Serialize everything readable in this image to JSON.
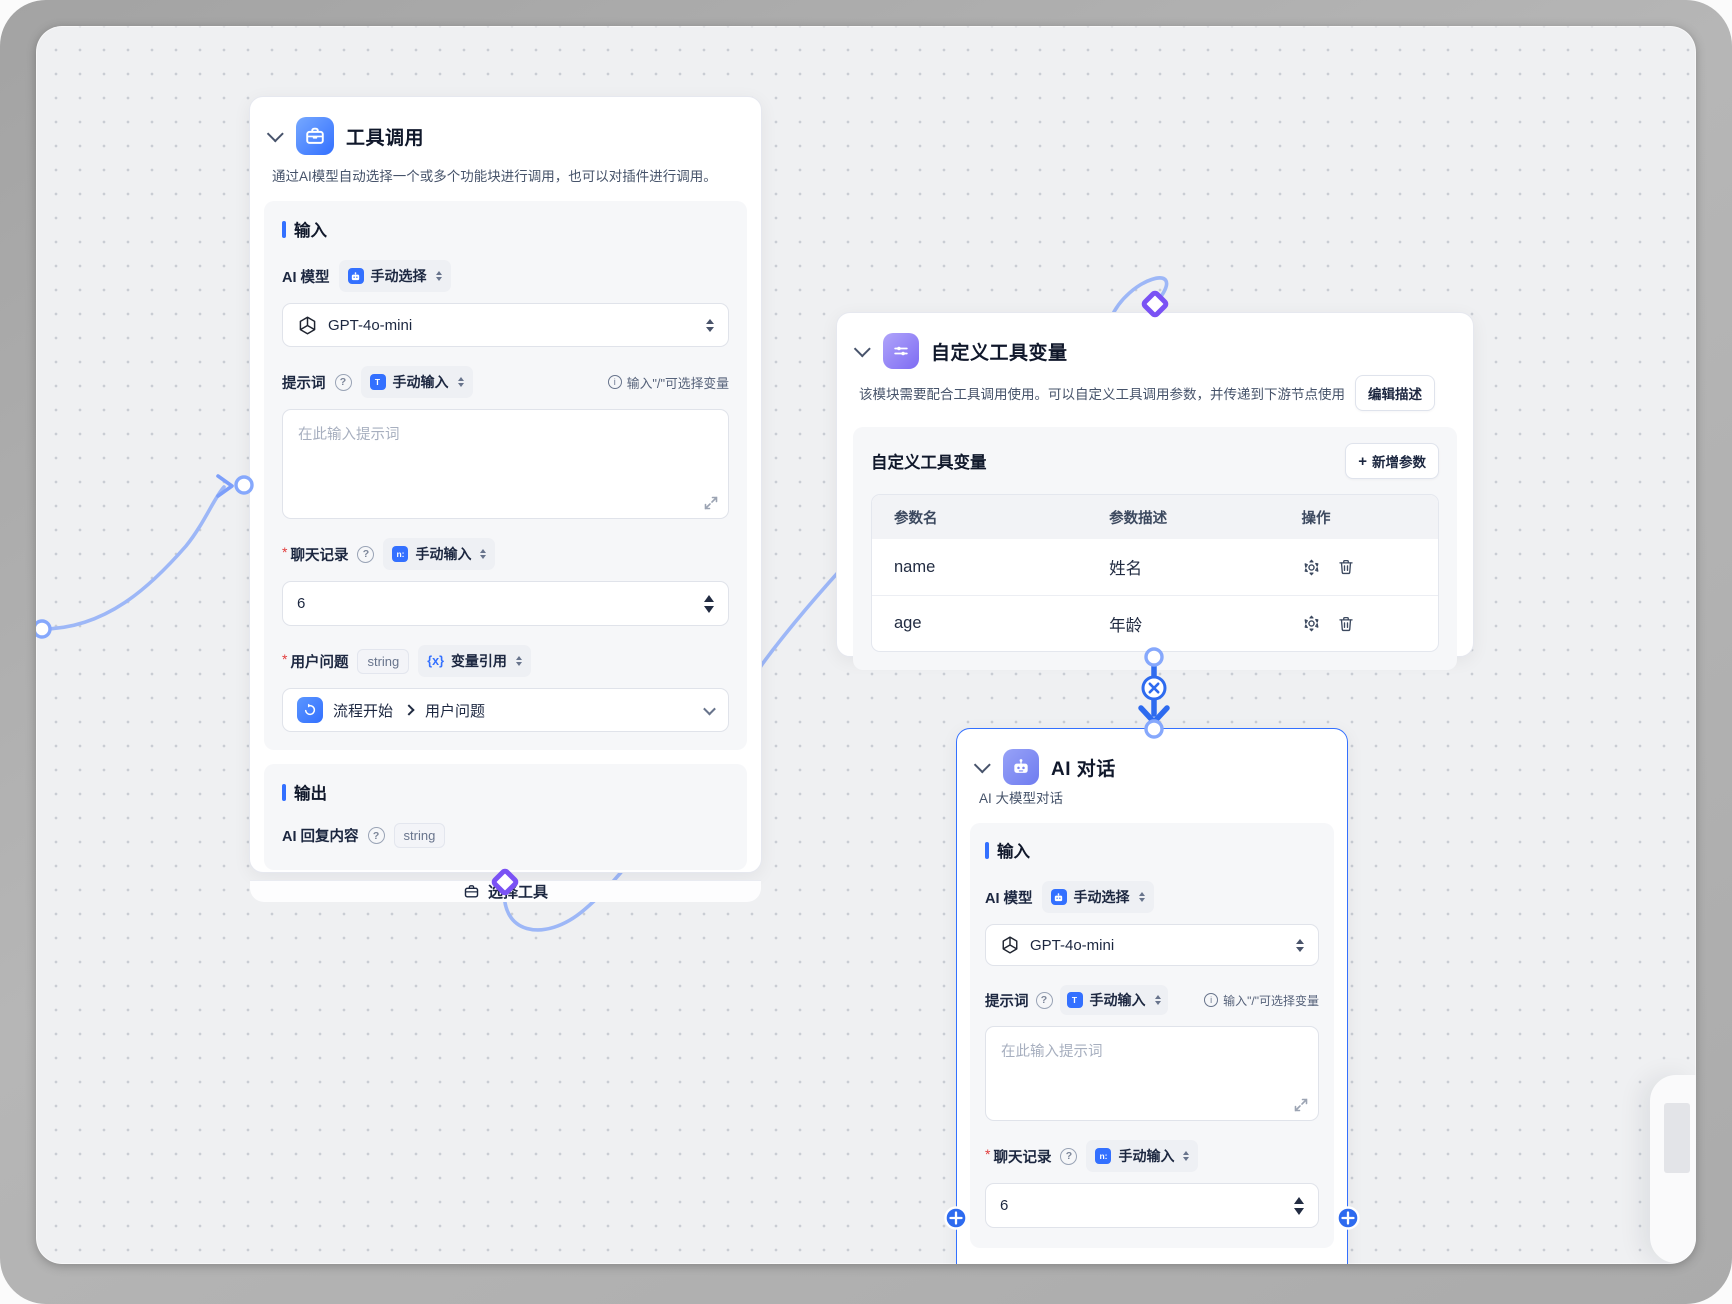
{
  "tool_call": {
    "title": "工具调用",
    "description": "通过AI模型自动选择一个或多个功能块进行调用，也可以对插件进行调用。",
    "input": {
      "section_title": "输入",
      "model_label": "AI 模型",
      "model_mode": "手动选择",
      "model_name": "GPT-4o-mini",
      "prompt_label": "提示词",
      "prompt_mode": "手动输入",
      "prompt_hint": "输入\"/\"可选择变量",
      "prompt_placeholder": "在此输入提示词",
      "history_label": "聊天记录",
      "history_mode": "手动输入",
      "history_value": "6",
      "question_label": "用户问题",
      "question_type": "string",
      "question_mode": "变量引用",
      "question_ref_node": "流程开始",
      "question_ref_field": "用户问题"
    },
    "output": {
      "section_title": "输出",
      "reply_label": "AI 回复内容",
      "reply_type": "string"
    },
    "footer_button": "选择工具"
  },
  "custom_vars": {
    "title": "自定义工具变量",
    "description": "该模块需要配合工具调用使用。可以自定义工具调用参数，并传递到下游节点使用",
    "edit_desc_button": "编辑描述",
    "panel_title": "自定义工具变量",
    "add_param_plus": "+",
    "add_param_button": "新增参数",
    "table": {
      "col_name": "参数名",
      "col_desc": "参数描述",
      "col_ops": "操作",
      "rows": [
        {
          "name": "name",
          "desc": "姓名"
        },
        {
          "name": "age",
          "desc": "年龄"
        }
      ]
    }
  },
  "ai_chat": {
    "title": "AI 对话",
    "subtitle": "AI 大模型对话",
    "input": {
      "section_title": "输入",
      "model_label": "AI 模型",
      "model_mode": "手动选择",
      "model_name": "GPT-4o-mini",
      "prompt_label": "提示词",
      "prompt_mode": "手动输入",
      "prompt_hint": "输入\"/\"可选择变量",
      "prompt_placeholder": "在此输入提示词",
      "history_label": "聊天记录",
      "history_mode": "手动输入",
      "history_value": "6"
    }
  },
  "colors": {
    "accent": "#3370ff",
    "edge": "#9db7f7",
    "diamond": "#7a52f4"
  }
}
